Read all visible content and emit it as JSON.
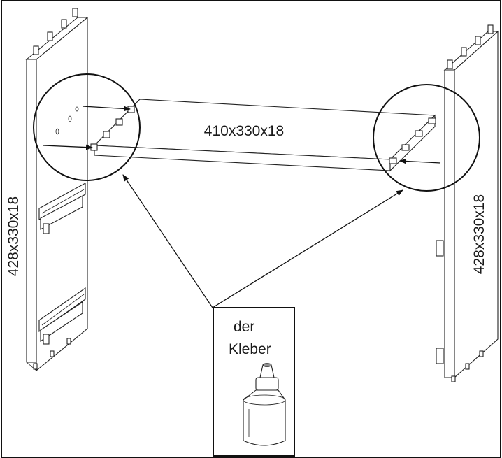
{
  "parts": {
    "left_panel_dims": "428x330x18",
    "shelf_dims": "410x330x18",
    "right_panel_dims": "428x330x18"
  },
  "glue_box": {
    "line1": "der",
    "line2": "Kleber"
  }
}
